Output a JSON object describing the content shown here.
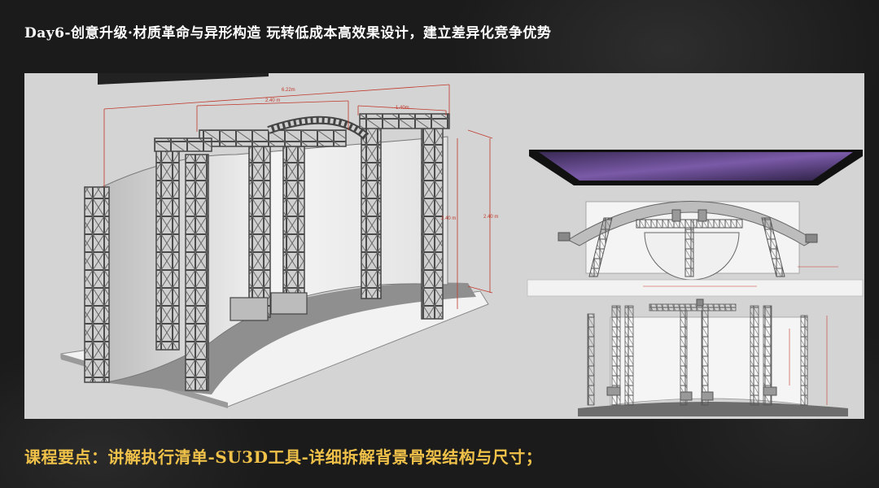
{
  "header": {
    "title": "Day6-创意升级·材质革命与异形构造  玩转低成本高效果设计，建立差异化竞争优势"
  },
  "figure": {
    "dimensions": {
      "total_width": "6.22m",
      "center_span": "2.40 m",
      "side_span": "1.40m",
      "height_a": "2.40 m",
      "height_b": "2.40 m"
    }
  },
  "footer": {
    "caption": "课程要点：讲解执行清单-SU3D工具-详细拆解背景骨架结构与尺寸；"
  },
  "colors": {
    "background": "#1b1b1b",
    "title_text": "#ffffff",
    "caption_text": "#f1c24a",
    "panel": "#d4d4d4",
    "dimension_lines": "#c0392b"
  }
}
